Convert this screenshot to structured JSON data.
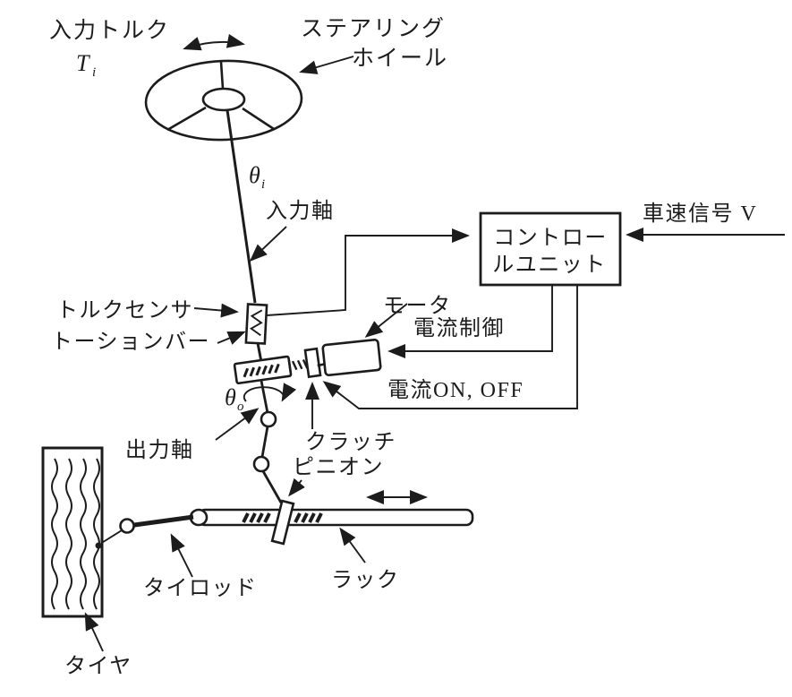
{
  "diagram": {
    "labels": {
      "input_torque": "入力トルク",
      "steering_wheel_line1": "ステアリング",
      "steering_wheel_line2": "ホイール",
      "input_shaft": "入力軸",
      "torque_sensor": "トルクセンサ",
      "torsion_bar": "トーションバー",
      "control_unit_line1": "コントロー",
      "control_unit_line2": "ルユニット",
      "vehicle_speed_signal": "車速信号 V",
      "motor": "モータ",
      "current_control": "電流制御",
      "current_on_off": "電流ON, OFF",
      "output_shaft": "出力軸",
      "clutch": "クラッチ",
      "pinion": "ピニオン",
      "rack": "ラック",
      "tie_rod": "タイロッド",
      "tire": "タイヤ"
    },
    "symbols": {
      "input_torque_main": "T",
      "input_torque_sub": "i",
      "theta_input_main": "θ",
      "theta_input_sub": "i",
      "theta_output_main": "θ",
      "theta_output_sub": "o"
    },
    "colors": {
      "line": "#1c1c1c",
      "background": "#ffffff"
    }
  }
}
